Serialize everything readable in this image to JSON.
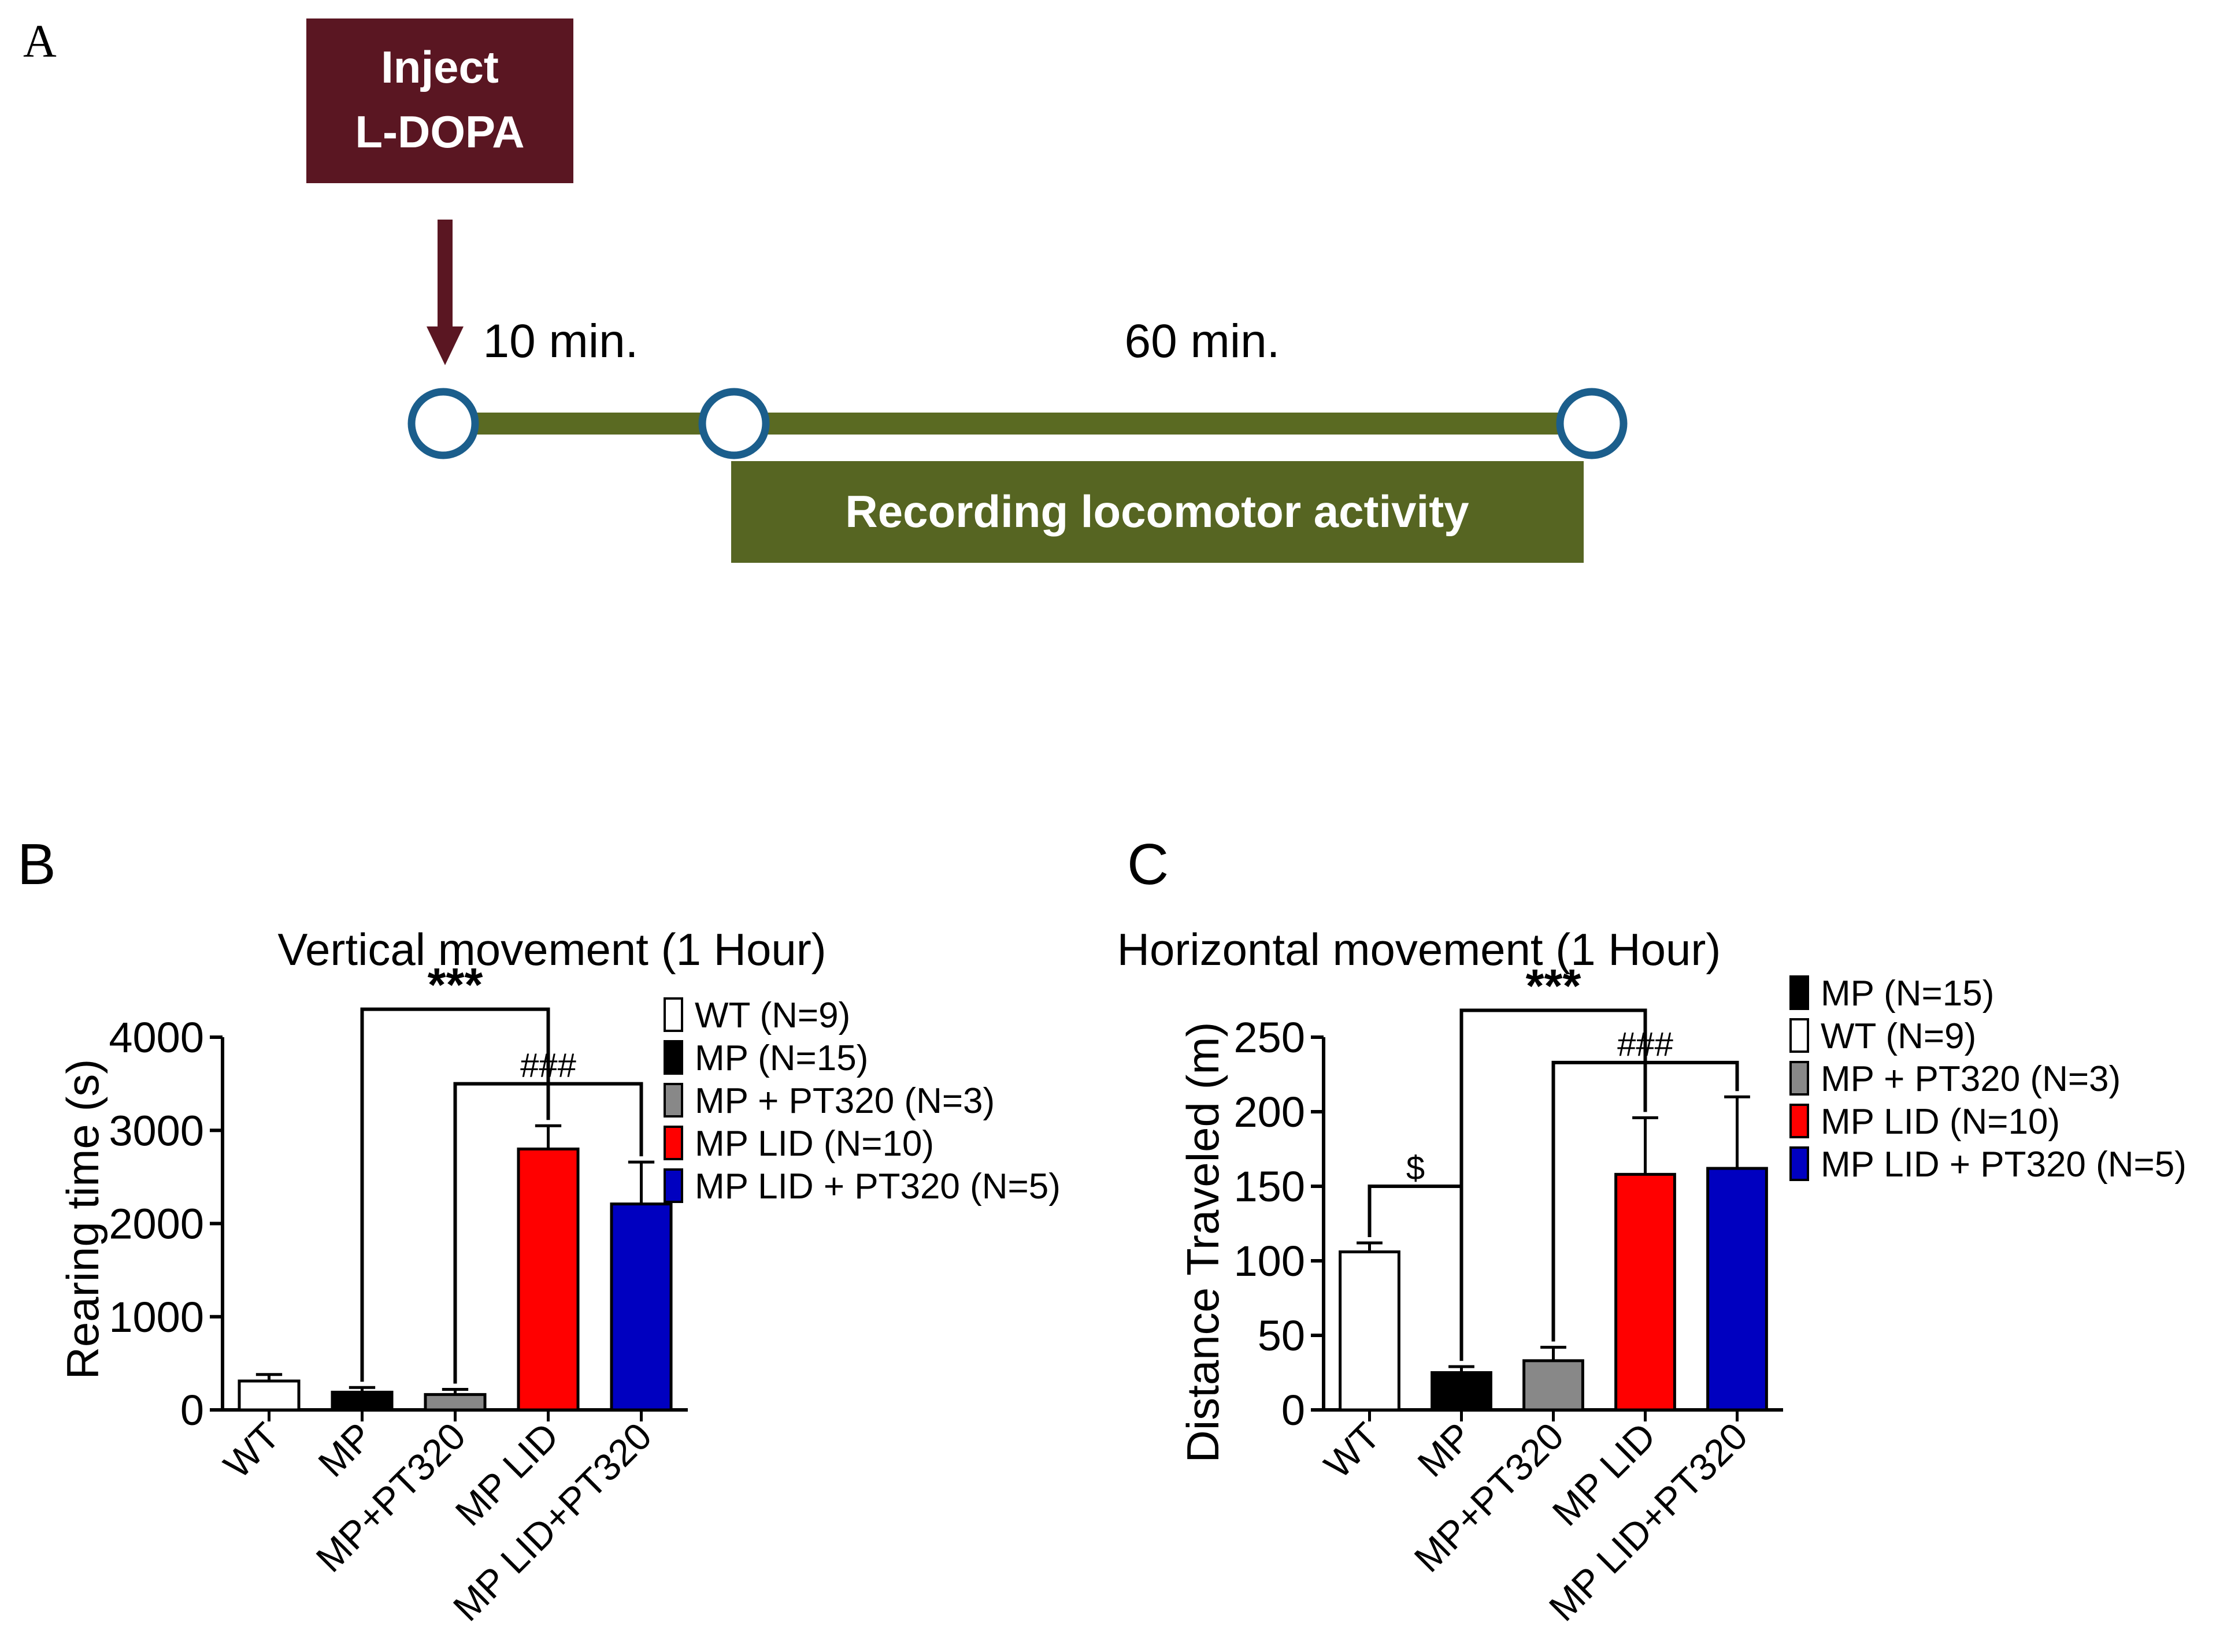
{
  "panels": {
    "a_label": "A",
    "b_label": "B",
    "c_label": "C"
  },
  "timeline": {
    "inject_line1": "Inject",
    "inject_line2": "L-DOPA",
    "interval1": "10 min.",
    "interval2": "60 min.",
    "recording": "Recording locomotor activity",
    "colors": {
      "inject_box": "#5a1622",
      "arrow": "#5a1622",
      "line": "#5a6a22",
      "circle_stroke": "#1b5e8c",
      "recording_box": "#566522"
    }
  },
  "chart_data": [
    {
      "type": "bar",
      "title": "Vertical movement  (1 Hour)",
      "xlabel": "",
      "ylabel": "Rearing time (s)",
      "ylim": [
        0,
        4000
      ],
      "yticks": [
        0,
        1000,
        2000,
        3000,
        4000
      ],
      "categories": [
        "WT",
        "MP",
        "MP+PT320",
        "MP LID",
        "MP LID+PT320"
      ],
      "values": [
        310,
        190,
        165,
        2800,
        2210
      ],
      "errors": [
        70,
        50,
        55,
        250,
        450
      ],
      "colors": [
        "#ffffff",
        "#000000",
        "#888888",
        "#ff0000",
        "#0000c0"
      ],
      "legend": {
        "position": "right",
        "entries": [
          {
            "label": "WT (N=9)",
            "color": "#ffffff"
          },
          {
            "label": "MP (N=15)",
            "color": "#000000"
          },
          {
            "label": "MP + PT320 (N=3)",
            "color": "#888888"
          },
          {
            "label": "MP LID (N=10)",
            "color": "#ff0000"
          },
          {
            "label": "MP LID + PT320 (N=5)",
            "color": "#0000c0"
          }
        ]
      },
      "annotations": [
        {
          "text": "***",
          "from": 1,
          "to": 3,
          "level": 4300
        },
        {
          "text": "###",
          "from": 2,
          "to": 4,
          "level": 3500
        }
      ]
    },
    {
      "type": "bar",
      "title": "Horizontal movement (1 Hour)",
      "xlabel": "",
      "ylabel": "Distance Traveled (m)",
      "ylim": [
        0,
        250
      ],
      "yticks": [
        0,
        50,
        100,
        150,
        200,
        250
      ],
      "categories": [
        "WT",
        "MP",
        "MP+PT320",
        "MP LID",
        "MP LID+PT320"
      ],
      "values": [
        106,
        25,
        33,
        158,
        162
      ],
      "errors": [
        6,
        4,
        9,
        38,
        48
      ],
      "colors": [
        "#ffffff",
        "#000000",
        "#888888",
        "#ff0000",
        "#0000c0"
      ],
      "legend": {
        "position": "right",
        "entries": [
          {
            "label": "MP (N=15)",
            "color": "#000000"
          },
          {
            "label": "WT (N=9)",
            "color": "#ffffff"
          },
          {
            "label": "MP + PT320 (N=3)",
            "color": "#888888"
          },
          {
            "label": "MP LID (N=10)",
            "color": "#ff0000"
          },
          {
            "label": "MP LID + PT320 (N=5)",
            "color": "#0000c0"
          }
        ]
      },
      "annotations": [
        {
          "text": "***",
          "from": 1,
          "to": 3,
          "level": 268
        },
        {
          "text": "###",
          "from": 2,
          "to": 4,
          "level": 233
        },
        {
          "text": "$",
          "from": 0,
          "to": 1,
          "level": 150
        }
      ]
    }
  ]
}
